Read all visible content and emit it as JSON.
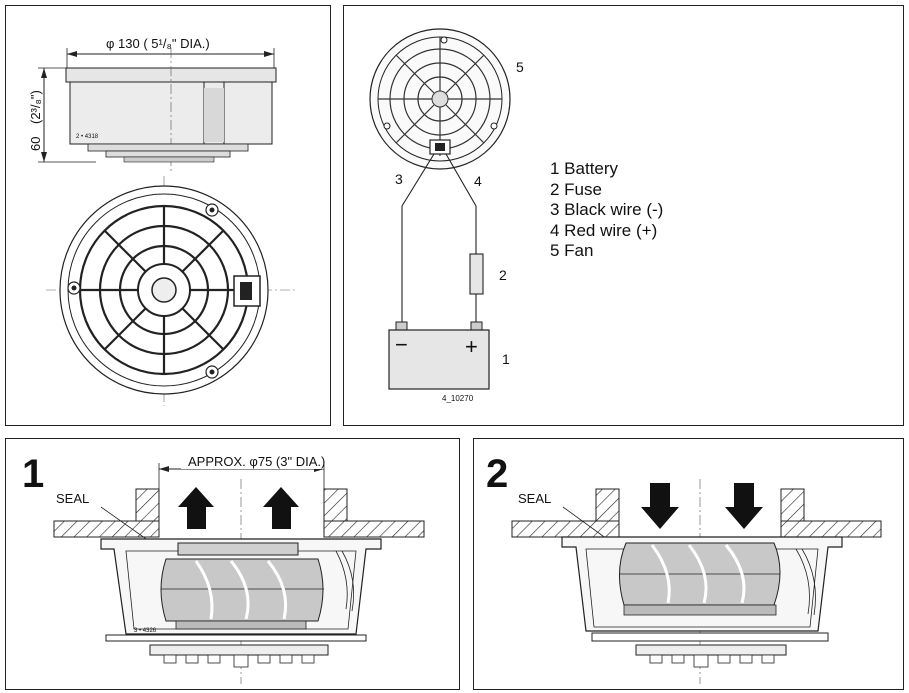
{
  "top_left": {
    "dimension_width": "φ 130  ( 5¹/₈\" DIA.)",
    "dimension_height_mm": "60",
    "dimension_height_in": "(2³/₈\")",
    "part_code": "2 • 4318"
  },
  "top_right": {
    "wire_label_3": "3",
    "wire_label_4": "4",
    "fuse_number": "2",
    "fan_number": "5",
    "battery_number": "1",
    "battery_minus": "−",
    "battery_plus": "+",
    "figure_code": "4_10270",
    "legend": [
      "1 Battery",
      "2 Fuse",
      "3 Black wire (-)",
      "4 Red wire (+)",
      "5 Fan"
    ]
  },
  "bottom_left": {
    "step_number": "1",
    "seal_label": "SEAL",
    "opening_label": "APPROX. φ75  (3\" DIA.)",
    "part_code": "3 • 4326"
  },
  "bottom_right": {
    "step_number": "2",
    "seal_label": "SEAL"
  }
}
